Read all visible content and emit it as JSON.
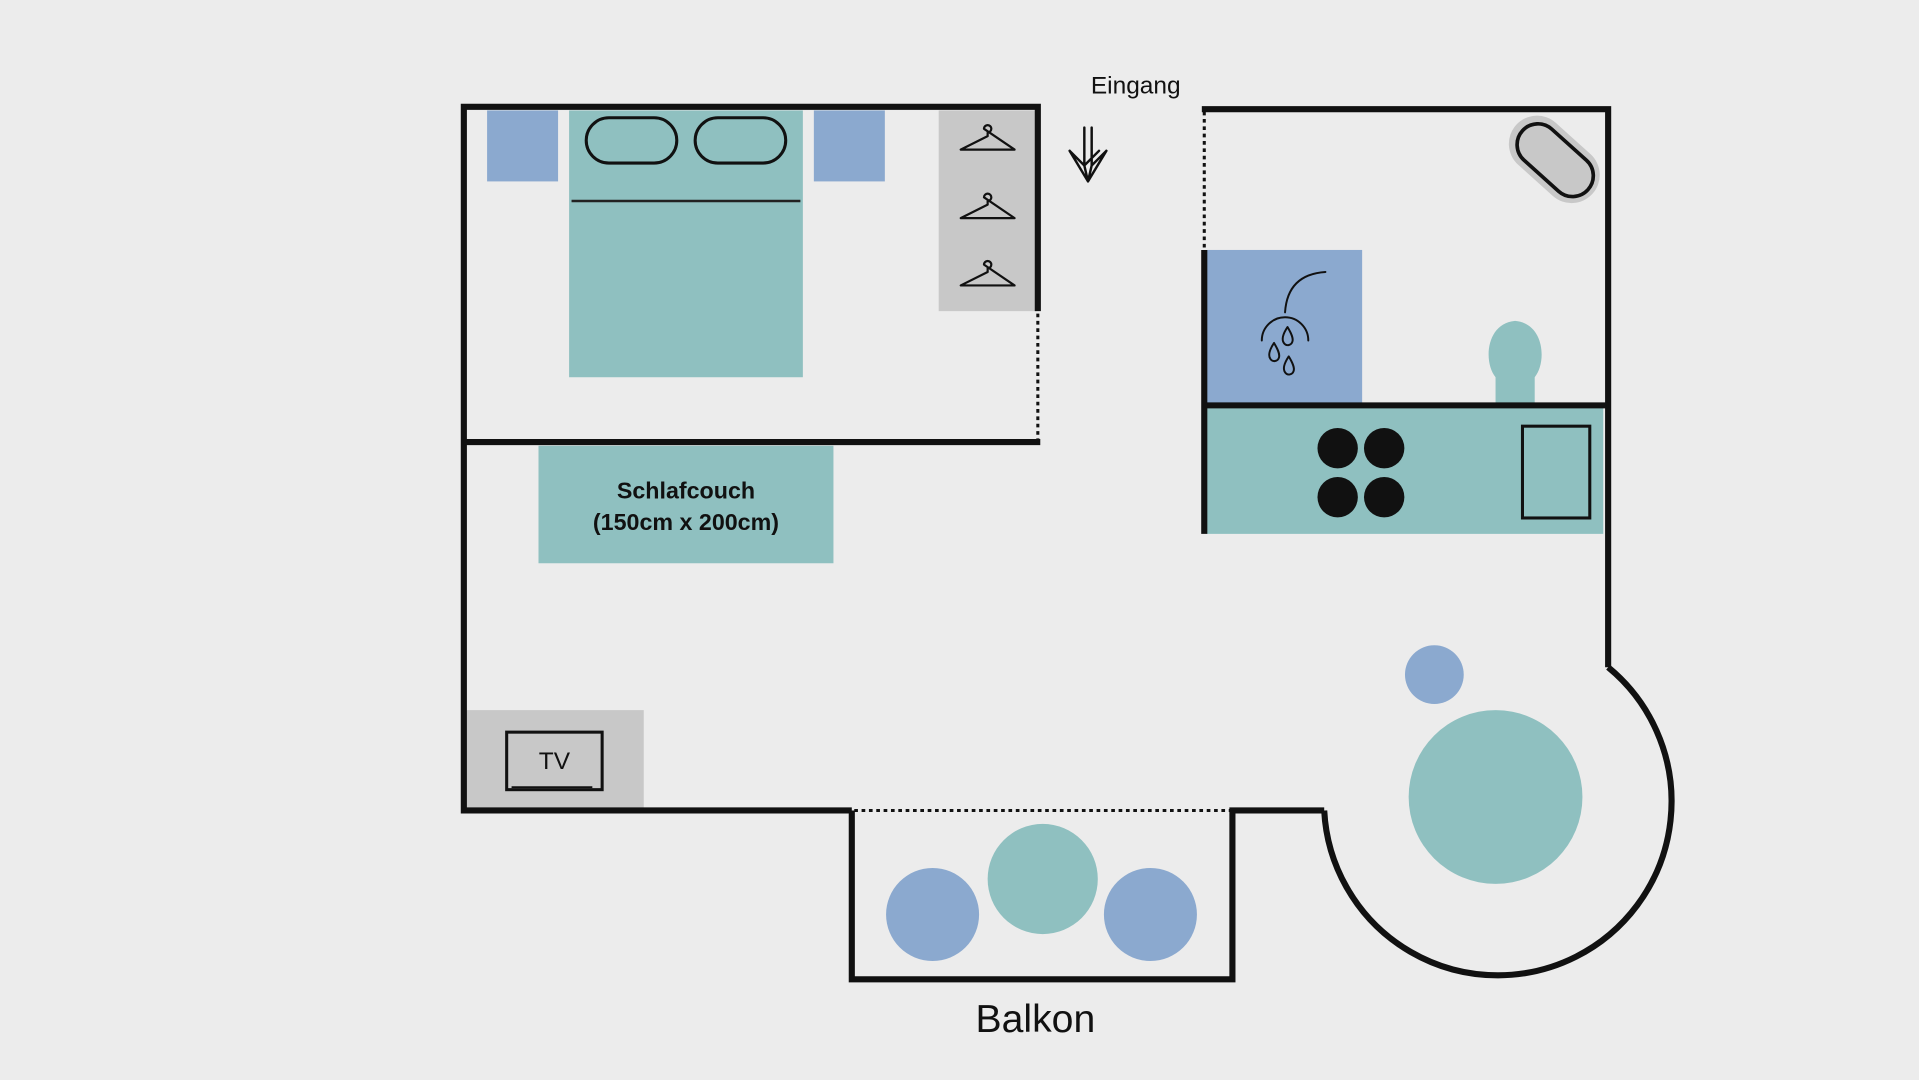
{
  "labels": {
    "entrance": "Eingang",
    "sofa_line1": "Schlafcouch",
    "sofa_line2": "(150cm x 200cm)",
    "tv": "TV",
    "balcony": "Balkon"
  },
  "icons": {
    "entrance_arrow": "arrow-down-icon",
    "wardrobe": "hanger-icon",
    "shower": "shower-icon",
    "stove": "stove-burner-icon"
  },
  "colors": {
    "background": "#ececec",
    "wall": "#111111",
    "teal": "#8fc0c0",
    "blue": "#8ba9cf",
    "grey": "#c8c8c8"
  }
}
